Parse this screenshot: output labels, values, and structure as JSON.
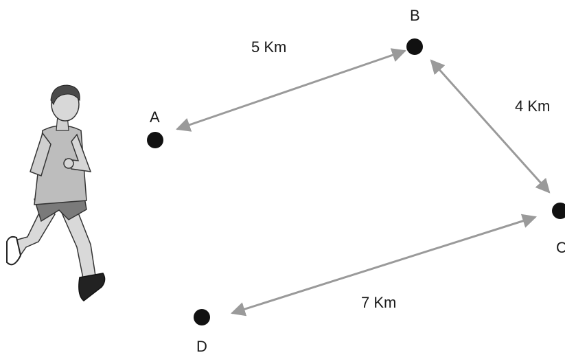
{
  "points": {
    "A": {
      "label": "A"
    },
    "B": {
      "label": "B"
    },
    "C": {
      "label": "C"
    },
    "D": {
      "label": "D"
    }
  },
  "distances": {
    "ab": "5 Km",
    "bc": "4 Km",
    "cd": "7 Km"
  },
  "colors": {
    "route": "#9a9a9a",
    "dot": "#111111",
    "text": "#1a1a1a"
  },
  "figure": {
    "icon": "runner-icon"
  }
}
